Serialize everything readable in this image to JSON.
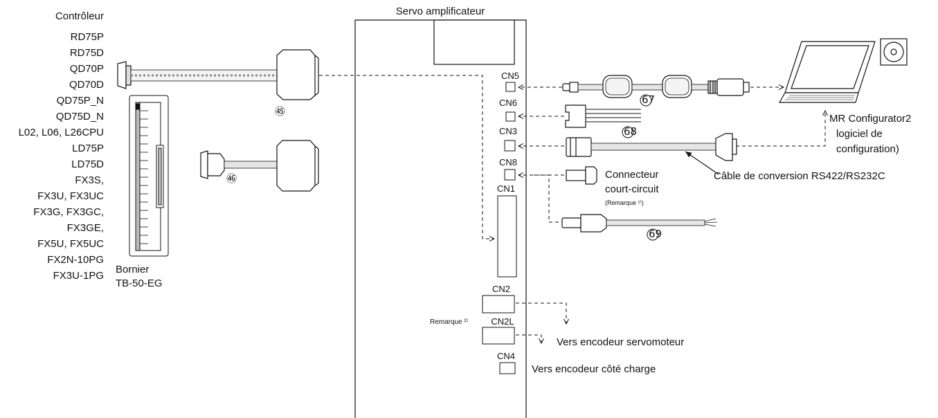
{
  "controller": {
    "title": "Contrôleur",
    "models": [
      "RD75P",
      "RD75D",
      "QD70P",
      "QD70D",
      "QD75P_N",
      "QD75D_N",
      "L02, L06, L26CPU",
      "LD75P",
      "LD75D",
      "FX3S,",
      "FX3U, FX3UC",
      "FX3G, FX3GC,",
      "FX3GE,",
      "FX5U, FX5UC",
      "FX2N-10PG",
      "FX3U-1PG"
    ]
  },
  "terminal_block": {
    "line1": "Bornier",
    "line2": "TB-50-EG"
  },
  "amplifier": {
    "title": "Servo amplificateur",
    "connectors": {
      "cn5": "CN5",
      "cn6": "CN6",
      "cn3": "CN3",
      "cn8": "CN8",
      "cn1": "CN1",
      "cn2": "CN2",
      "cn2l": "CN2L",
      "cn4": "CN4"
    }
  },
  "cables": {
    "c55": "㊺",
    "c56": "㊻",
    "c67": "67",
    "c68": "68",
    "c69": "69"
  },
  "labels": {
    "short_connector_1": "Connecteur",
    "short_connector_2": "court-circuit",
    "short_connector_note": "(Remarque ¹⁾)",
    "conversion_cable": "Câble de conversion RS422/RS232C",
    "software_1": "MR Configurator2",
    "software_2": "logiciel de",
    "software_3": "configuration)",
    "note_2": "Remarque ²⁾",
    "to_servo_encoder": "Vers encodeur servomoteur",
    "to_load_encoder": "Vers encodeur côté charge"
  },
  "icons": [
    "laptop-icon",
    "cd-rom-icon",
    "arrow-icon"
  ]
}
